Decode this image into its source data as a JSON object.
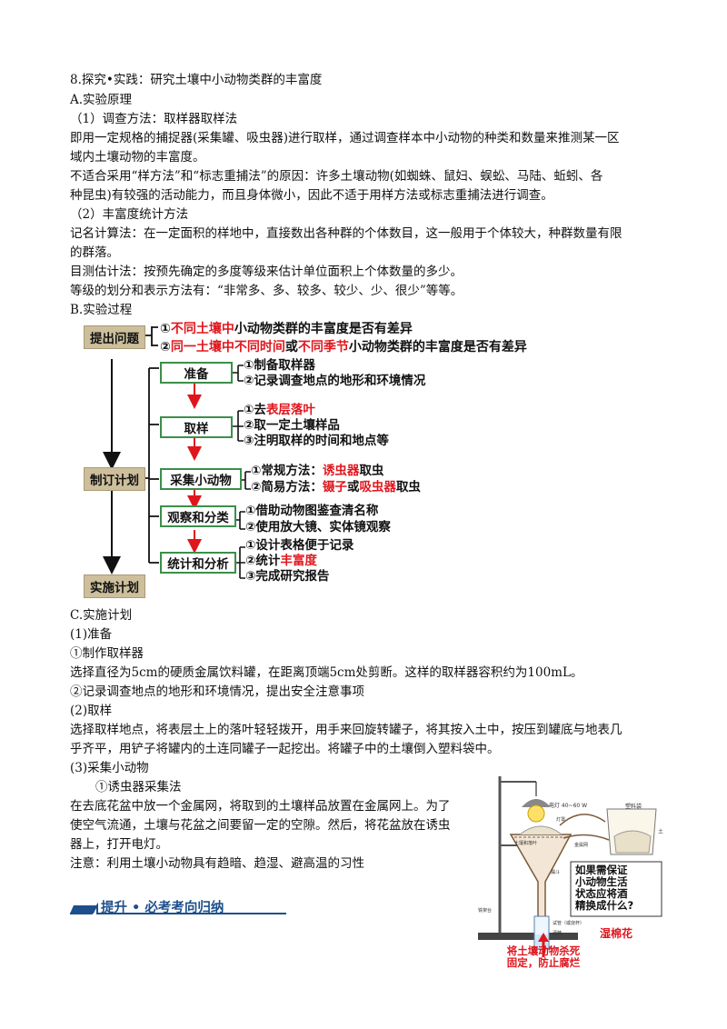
{
  "lines": {
    "l1": "8.探究•实践：研究土壤中小动物类群的丰富度",
    "l2": "A.实验原理",
    "l3": "（1）调查方法：取样器取样法",
    "l4": "即用一定规格的捕捉器(采集罐、吸虫器)进行取样，通过调查样本中小动物的种类和数量来推测某一区",
    "l5": "域内土壤动物的丰富度。",
    "l6": "不适合采用“样方法”和“标志重捕法”的原因：许多土壤动物(如蜘蛛、鼠妇、蜈蚣、马陆、蚯蚓、各",
    "l7": "种昆虫)有较强的活动能力，而且身体微小，因此不适于用样方法或标志重捕法进行调查。",
    "l8": "（2）丰富度统计方法",
    "l9": "记名计算法：在一定面积的样地中，直接数出各种群的个体数目，这一般用于个体较大，种群数量有限",
    "l10": "的群落。",
    "l11": "目测估计法：按预先确定的多度等级来估计单位面积上个体数量的多少。",
    "l12": "等级的划分和表示方法有：“非常多、多、较多、较少、少、很少”等等。",
    "l13": "B.实验过程",
    "l14": "C.实施计划",
    "l15": "(1)准备",
    "l16": "①制作取样器",
    "l17": "选择直径为5cm的硬质金属饮料罐，在距离顶端5cm处剪断。这样的取样器容积约为100mL。",
    "l18": "②记录调查地点的地形和环境情况，提出安全注意事项",
    "l19": "(2)取样",
    "l20": "选择取样地点，将表层土上的落叶轻轻拨开，用手来回旋转罐子，将其按入土中，按压到罐底与地表几",
    "l21": "乎齐平，用铲子将罐内的土连同罐子一起挖出。将罐子中的土壤倒入塑料袋中。",
    "l22": "(3)采集小动物",
    "l23": "①诱虫器采集法",
    "l24": "在去底花盆中放一个金属网，将取到的土壤样品放置在金属网上。为了",
    "l25": "使空气流通，土壤与花盆之间要留一定的空隙。然后，将花盆放在诱虫",
    "l26": "器上，打开电灯。",
    "l27": "注意：利用土壤小动物具有趋暗、趋湿、避高温的习性"
  },
  "flow": {
    "tag1": "提出问题",
    "tag2": "制订计划",
    "tag3": "实施计划",
    "q1_a": "①",
    "q1_b": "不同土壤中",
    "q1_c": "小动物类群的丰富度是否有差异",
    "q2_a": "②",
    "q2_b": "同一土壤中不同时间",
    "q2_c": "或",
    "q2_d": "不同季节",
    "q2_e": "小动物类群的丰富度是否有差异",
    "s1": "准备",
    "s1_1": "①制备取样器",
    "s1_2": "②记录调查地点的地形和环境情况",
    "s2": "取样",
    "s2_1a": "①去",
    "s2_1b": "表层落叶",
    "s2_2": "②取一定土壤样品",
    "s2_3": "③注明取样的时间和地点等",
    "s3": "采集小动物",
    "s3_1a": "①常规方法：",
    "s3_1b": "诱虫器",
    "s3_1c": "取虫",
    "s3_2a": "②简易方法：",
    "s3_2b": "镊子",
    "s3_2c": "或",
    "s3_2d": "吸虫器",
    "s3_2e": "取虫",
    "s4": "观察和分类",
    "s4_1": "①借助动物图鉴查清名称",
    "s4_2": "②使用放大镜、实体镜观察",
    "s5": "统计和分析",
    "s5_1": "①设计表格便于记录",
    "s5_2a": "②统计",
    "s5_2b": "丰富度",
    "s5_3": "③完成研究报告"
  },
  "banner": "提升 • 必考考向归纳",
  "figure": {
    "lamp_label": "电灯 40~60 W",
    "bag_label": "塑料袋",
    "soil_label": "土",
    "small_labels": [
      "灯罩",
      "土壤和落叶",
      "金属网",
      "漏斗",
      "铁架台",
      "试管（或烧杯）",
      "酒精"
    ],
    "callout_q": [
      "如果需保证",
      "小动物生活",
      "状态应将酒",
      "精换成什么?"
    ],
    "callout_a": "湿棉花",
    "bottom_note": [
      "将土壤动物杀死",
      "固定，防止腐烂"
    ]
  },
  "colors": {
    "red": "#e0161d",
    "green_box": "#3c8f4a",
    "tag_bg": "#cdbf9c",
    "banner": "#1d4f8c"
  }
}
